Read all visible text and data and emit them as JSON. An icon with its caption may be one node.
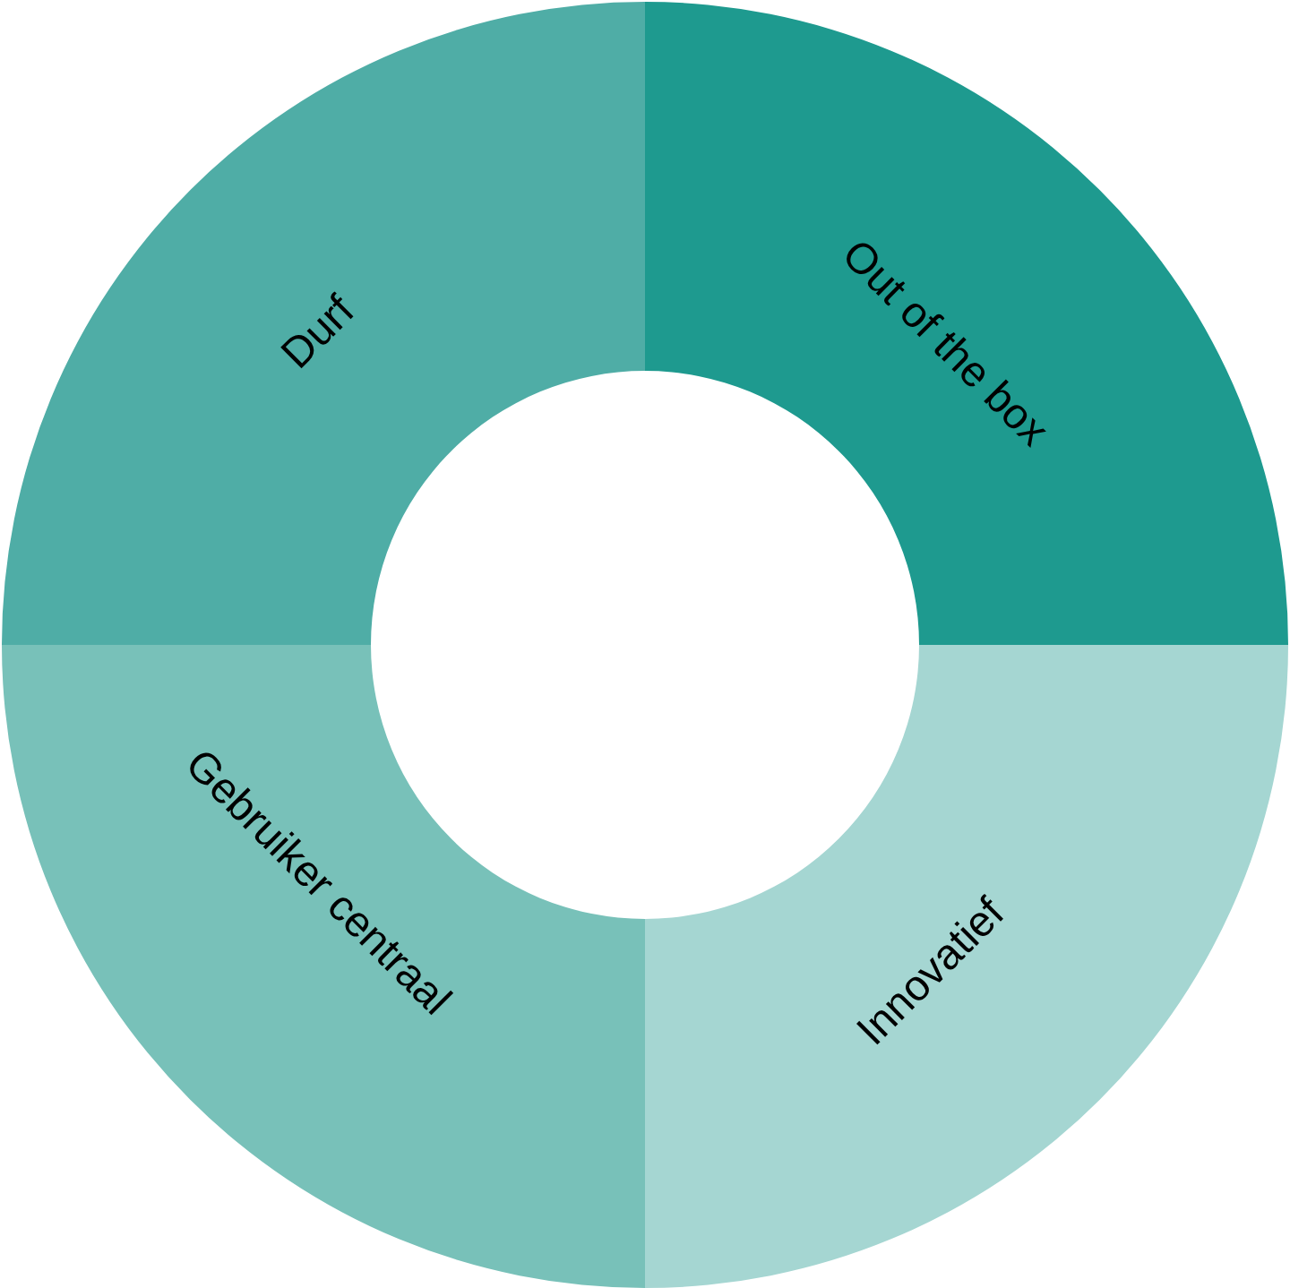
{
  "diagram": {
    "nodes": [
      {
        "text": [
          "Durf"
        ]
      },
      {
        "text": [
          "Out of the box"
        ]
      },
      {
        "text": [
          "Gebruiker centraal"
        ]
      },
      {
        "text": [
          "Innovatief"
        ]
      }
    ]
  }
}
